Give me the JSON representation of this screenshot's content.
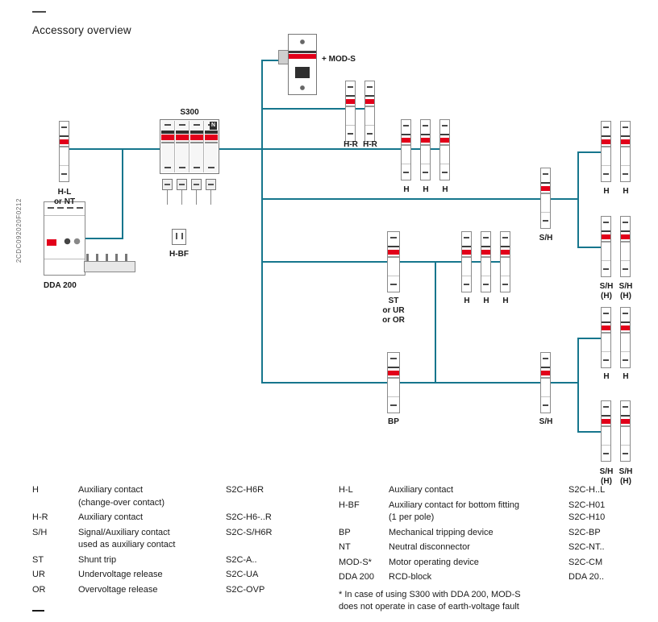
{
  "page": {
    "top_dash": "—",
    "title": "Accessory overview",
    "side_code": "2CDC092020F0212"
  },
  "diagram": {
    "line_color": "#16768d",
    "accent_red": "#e2001a",
    "labels": {
      "mod_s": "+ MOD-S",
      "s300": "S300",
      "n_pole": "N",
      "h_l": "H-L\nor NT",
      "dda200": "DDA 200",
      "h_bf": "H-BF",
      "h_r": "H-R",
      "h": "H",
      "s_h": "S/H",
      "s_h_h": "S/H\n(H)",
      "st": "ST\nor UR\nor OR",
      "bp": "BP"
    }
  },
  "legend": {
    "left": [
      {
        "abbr": "H",
        "desc": "Auxiliary contact\n(change-over contact)",
        "code": "S2C-H6R"
      },
      {
        "abbr": "H-R",
        "desc": "Auxiliary contact",
        "code": "S2C-H6-..R"
      },
      {
        "abbr": "S/H",
        "desc": "Signal/Auxiliary contact\nused as auxiliary contact",
        "code": "S2C-S/H6R"
      },
      {
        "abbr": "ST",
        "desc": "Shunt trip",
        "code": "S2C-A.."
      },
      {
        "abbr": "UR",
        "desc": "Undervoltage release",
        "code": "S2C-UA"
      },
      {
        "abbr": "OR",
        "desc": "Overvoltage release",
        "code": "S2C-OVP"
      }
    ],
    "right": [
      {
        "abbr": "H-L",
        "desc": "Auxiliary contact",
        "code": "S2C-H..L"
      },
      {
        "abbr": "H-BF",
        "desc": "Auxiliary contact for bottom fitting\n(1 per pole)",
        "code": "S2C-H01\nS2C-H10"
      },
      {
        "abbr": "BP",
        "desc": "Mechanical tripping device",
        "code": "S2C-BP"
      },
      {
        "abbr": "NT",
        "desc": "Neutral disconnector",
        "code": "S2C-NT.."
      },
      {
        "abbr": "MOD-S*",
        "desc": "Motor operating device",
        "code": "S2C-CM"
      },
      {
        "abbr": "DDA 200",
        "desc": "RCD-block",
        "code": "DDA 20.."
      }
    ],
    "footnote": "* In case of using S300 with DDA 200, MOD-S\ndoes not operate in case of earth-voltage fault"
  }
}
